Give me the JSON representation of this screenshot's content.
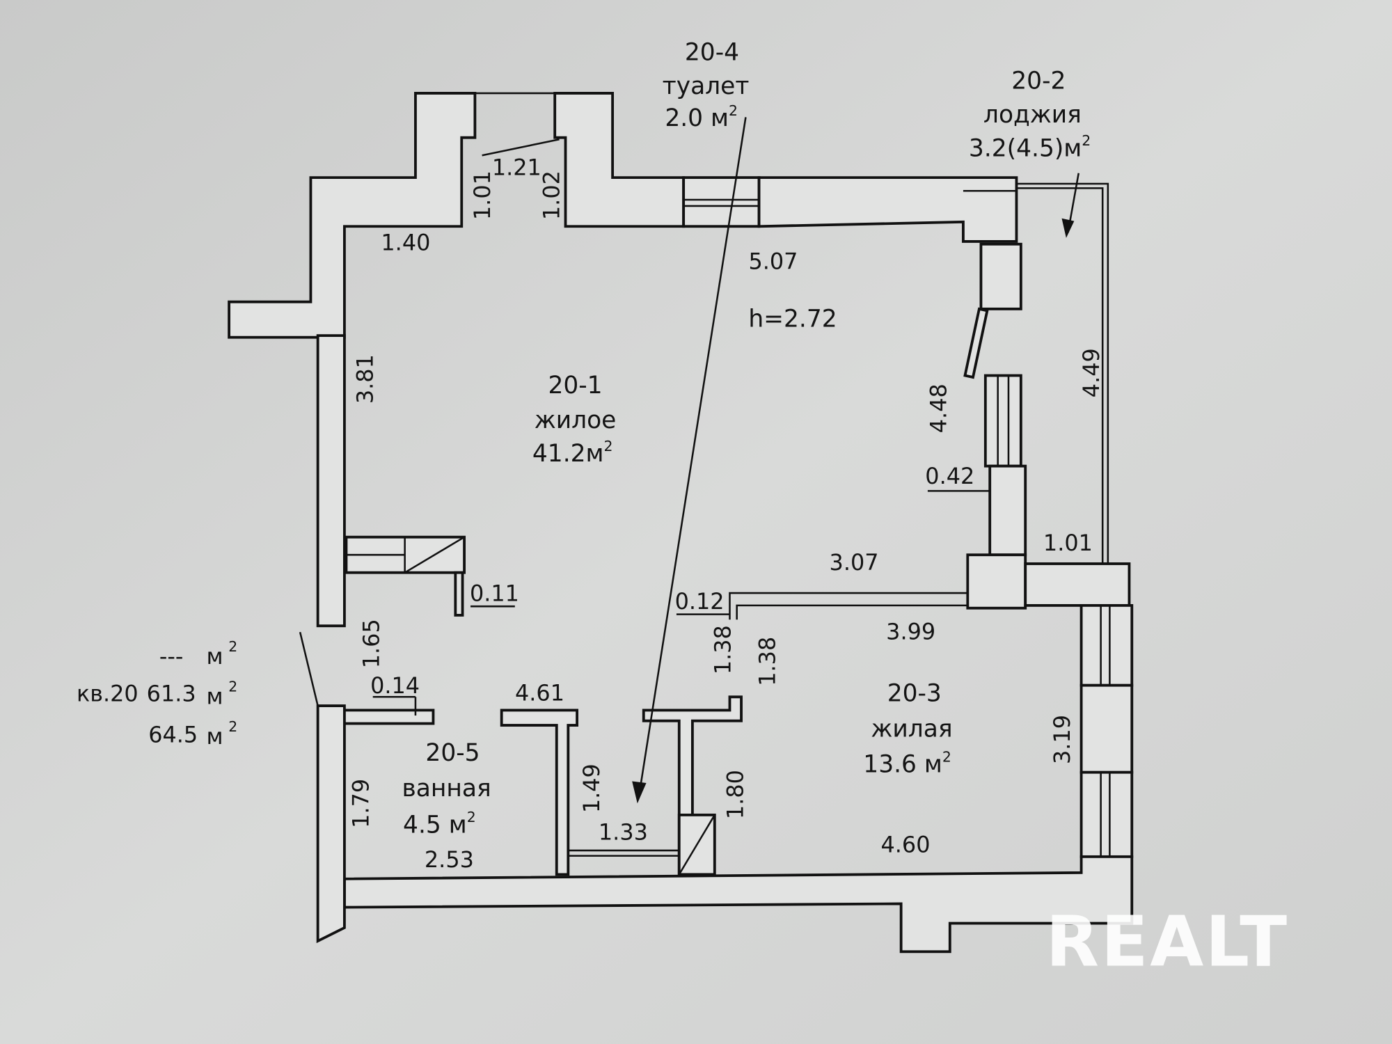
{
  "rooms": {
    "r1": {
      "id": "20-1",
      "name": "жилое",
      "area": "41.2м",
      "sup": "2"
    },
    "r2": {
      "id": "20-2",
      "name": "лоджия",
      "area": "3.2(4.5)м",
      "sup": "2"
    },
    "r3": {
      "id": "20-3",
      "name": "жилая",
      "area": "13.6 м",
      "sup": "2"
    },
    "r4": {
      "id": "20-4",
      "name": "туалет",
      "area": "2.0 м",
      "sup": "2"
    },
    "r5": {
      "id": "20-5",
      "name": "ванная",
      "area": "4.5 м",
      "sup": "2"
    }
  },
  "ceiling_height": "h=2.72",
  "dimensions": [
    "1.21",
    "1.01",
    "1.02",
    "1.40",
    "5.07",
    "3.81",
    "4.48",
    "4.49",
    "0.42",
    "1.01",
    "3.07",
    "0.11",
    "0.12",
    "3.99",
    "1.65",
    "1.38",
    "1.38",
    "0.14",
    "4.61",
    "3.19",
    "1.49",
    "1.80",
    "1.33",
    "1.79",
    "2.53",
    "4.60"
  ],
  "summary": {
    "unit": "м",
    "sup": "2",
    "row1_value": "---",
    "apartment_label": "кв.20",
    "row2_value": "61.3",
    "row3_value": "64.5"
  },
  "watermark": "REALT"
}
